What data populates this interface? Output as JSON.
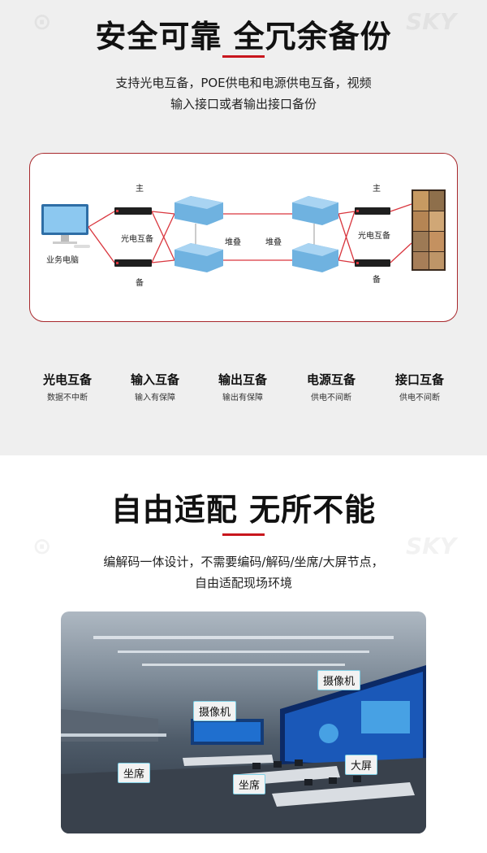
{
  "section1": {
    "title": "安全可靠 全冗余备份",
    "subtitle_line1": "支持光电互备，POE供电和电源供电互备，视频",
    "subtitle_line2": "输入接口或者输出接口备份",
    "diagram": {
      "pc_label": "业务电脑",
      "left_main": "主",
      "left_backup": "备",
      "left_mutual": "光电互备",
      "stack_left": "堆叠",
      "stack_right": "堆叠",
      "right_main": "主",
      "right_backup": "备",
      "right_mutual": "光电互备"
    },
    "features": [
      {
        "title": "光电互备",
        "desc": "数据不中断"
      },
      {
        "title": "输入互备",
        "desc": "输入有保障"
      },
      {
        "title": "输出互备",
        "desc": "输出有保障"
      },
      {
        "title": "电源互备",
        "desc": "供电不间断"
      },
      {
        "title": "接口互备",
        "desc": "供电不间断"
      }
    ]
  },
  "section2": {
    "title": "自由适配 无所不能",
    "subtitle_line1": "编解码一体设计，不需要编码/解码/坐席/大屏节点，",
    "subtitle_line2": "自由适配现场环境",
    "tags": {
      "camera_top": "摄像机",
      "camera_mid": "摄像机",
      "seat_left": "坐席",
      "seat_mid": "坐席",
      "big_screen": "大屏"
    }
  },
  "colors": {
    "accent": "#c8161d",
    "frame": "#a8282c",
    "switch": "#6fb2e0"
  }
}
